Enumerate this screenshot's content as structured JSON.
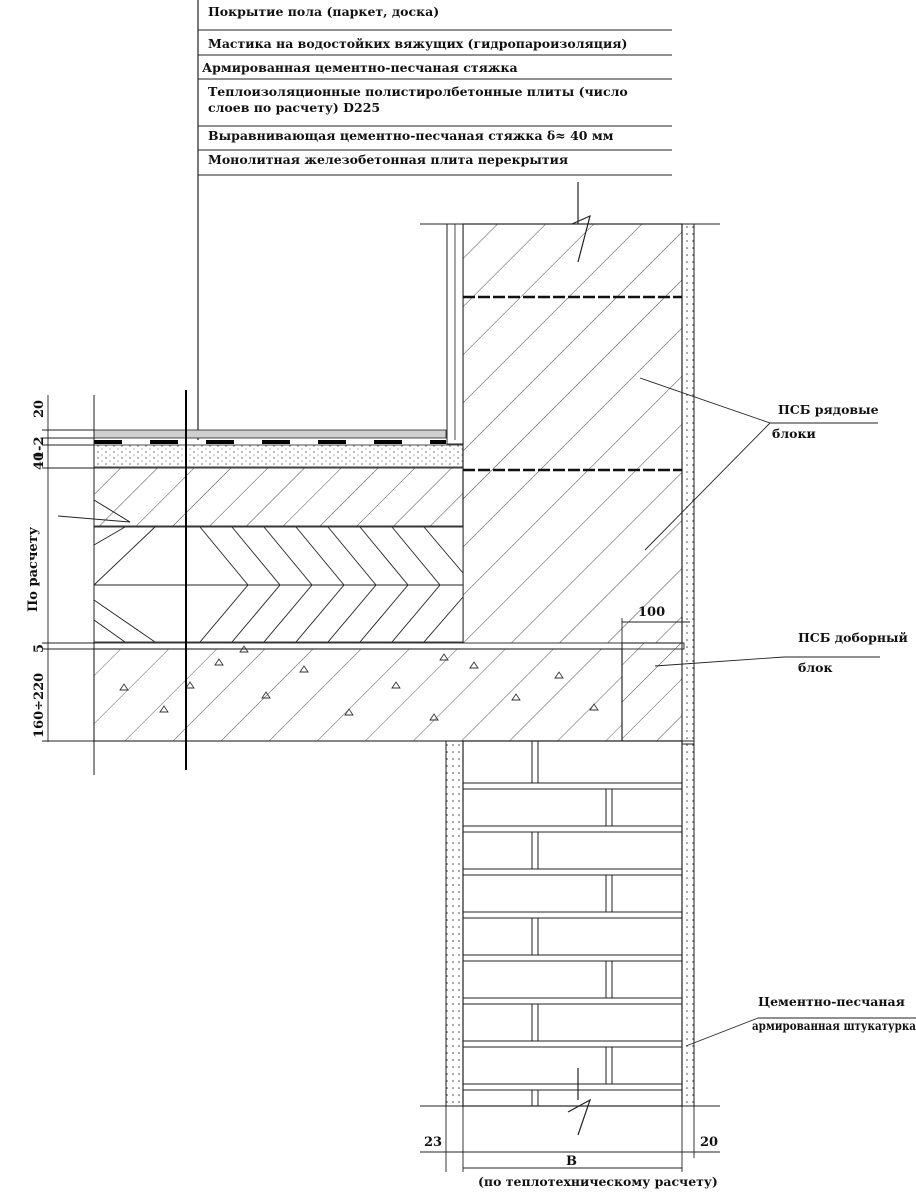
{
  "layers": [
    "Покрытие пола (паркет, доска)",
    "Мастика на водостойких вяжущих (гидропароизоляция)",
    "Армированная цементно-песчаная стяжка",
    "Теплоизоляционные полистиролбетонные плиты (число",
    "слоев по расчету) D225",
    "Выравнивающая цементно-песчаная стяжка δ≈ 40 мм",
    "Монолитная железобетонная плита перекрытия"
  ],
  "callouts": {
    "psb_row_1": "ПСБ рядовые",
    "psb_row_2": "блоки",
    "psb_add_1": "ПСБ доборный",
    "psb_add_2": "блок",
    "plaster_1": "Цементно-песчаная",
    "plaster_2": "армированная штукатурка"
  },
  "dimensions": {
    "d20_top": "20",
    "d1_2": "1-2",
    "d40": "40",
    "by_calc": "По расчету",
    "d5": "5",
    "d160_220": "160÷220",
    "d100": "100",
    "d23": "23",
    "d20_right": "20",
    "b_label": "В",
    "b_note": "(по теплотехническому расчету)"
  }
}
